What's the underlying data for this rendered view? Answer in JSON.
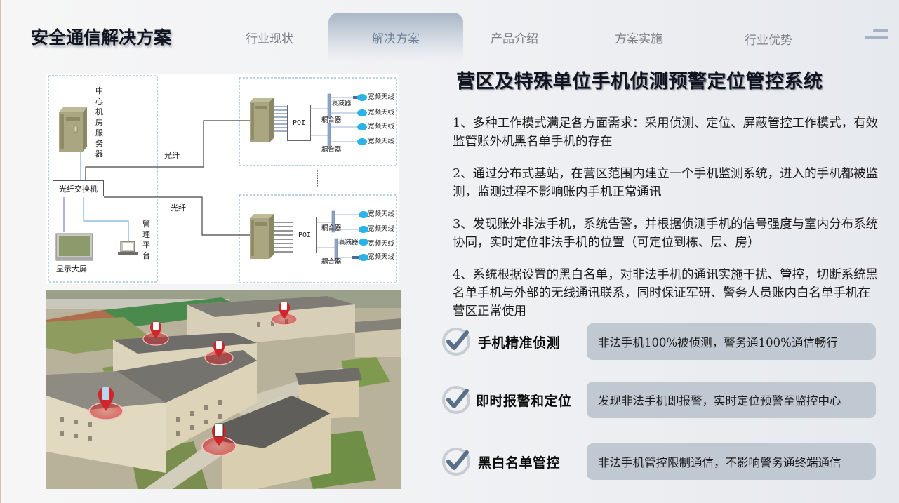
{
  "header": {
    "brand_title": "安全通信解决方案",
    "nav_tabs": [
      {
        "label": "行业现状",
        "active": false
      },
      {
        "label": "解决方案",
        "active": true
      },
      {
        "label": "产品介绍",
        "active": false
      },
      {
        "label": "方案实施",
        "active": false
      },
      {
        "label": "行业优势",
        "active": false
      }
    ],
    "menu_icon": "hamburger-icon"
  },
  "diagram": {
    "central_server_label": "中心机房服务器",
    "switch_label": "光纤交换机",
    "fiber_label_top": "光纤",
    "fiber_label_bottom": "光纤",
    "display_label": "显示大屏",
    "mgmt_label": "管理平台",
    "poi_label": "POI",
    "coupler_label": "耦合器",
    "attenuator_label": "衰减器",
    "antenna_label": "宽频天线",
    "ellipsis": "⋮"
  },
  "photo": {
    "description": "aerial view of barracks buildings with phone location markers",
    "markers": 6
  },
  "main": {
    "title": "营区及特殊单位手机侦测预警定位管控系统",
    "points": [
      "1、多种工作模式满足各方面需求：采用侦测、定位、屏蔽管控工作模式，有效监管账外机黑名单手机的存在",
      "2、通过分布式基站，在营区范围内建立一个手机监测系统，进入的手机都被监测，监测过程不影响账内手机正常通讯",
      "3、发现账外非法手机，系统告警，并根据侦测手机的信号强度与室内分布系统协同，实时定位非法手机的位置（可定位到栋、层、房）",
      "4、系统根据设置的黑白名单，对非法手机的通讯实施干扰、管控，切断系统黑名单手机与外部的无线通讯联系，同时保证军研、警务人员账内白名单手机在营区正常使用"
    ],
    "features": [
      {
        "title": "手机精准侦测",
        "desc": "非法手机100%被侦测，警务通100%通信畅行"
      },
      {
        "title": "即时报警和定位",
        "desc": "发现非法手机即报警，实时定位预警至监控中心"
      },
      {
        "title": "黑白名单管控",
        "desc": "非法手机管控限制通信，不影响警务通终端通信"
      }
    ]
  },
  "colors": {
    "active_tab": "#a8b6c6",
    "feature_box": "#c0c8d2",
    "check_icon": "#5a6f88",
    "marker_red": "#d0262b"
  }
}
